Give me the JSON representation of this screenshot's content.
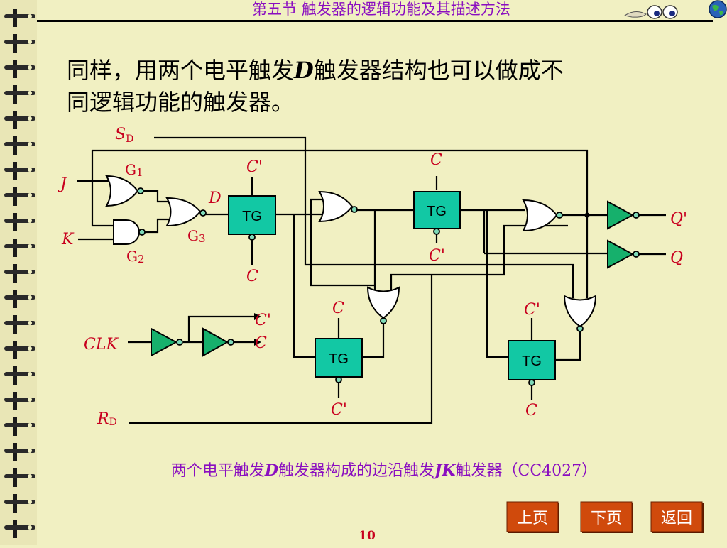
{
  "header": {
    "title": "第五节  触发器的逻辑功能及其描述方法"
  },
  "body": {
    "line1_a": "同样，用两个电平触发",
    "line1_d": "D",
    "line1_b": "触发器结构也可以做成不",
    "line2": "同逻辑功能的触发器。"
  },
  "circuit": {
    "sd_main": "S",
    "sd_sub": "D",
    "rd_main": "R",
    "rd_sub": "D",
    "j": "J",
    "k": "K",
    "clk": "CLK",
    "d": "D",
    "g1_main": "G",
    "g1_sub": "1",
    "g2_main": "G",
    "g2_sub": "2",
    "g3_main": "G",
    "g3_sub": "3",
    "tg": "TG",
    "c": "C",
    "c_bar": "C'",
    "q_bar": "Q'",
    "q": "Q"
  },
  "caption": {
    "a": "两个电平触发",
    "d": "D",
    "b": "触发器构成的边沿触发",
    "jk": "JK",
    "c": "触发器（CC4027）"
  },
  "nav": {
    "prev": "上页",
    "next": "下页",
    "back": "返回"
  },
  "footer": {
    "page_number": "10"
  },
  "colors": {
    "background": "#f1f0c2",
    "title": "#8a0ec0",
    "signal": "#c8001e",
    "tg_fill": "#12c8a4",
    "buffer_fill": "#16b06c",
    "nav_fill": "#d04a0c",
    "page_number": "#c8001e"
  },
  "icons": {
    "binding": "spiral-binding-icon",
    "eyes": "eyes-icon",
    "globe": "globe-icon"
  }
}
